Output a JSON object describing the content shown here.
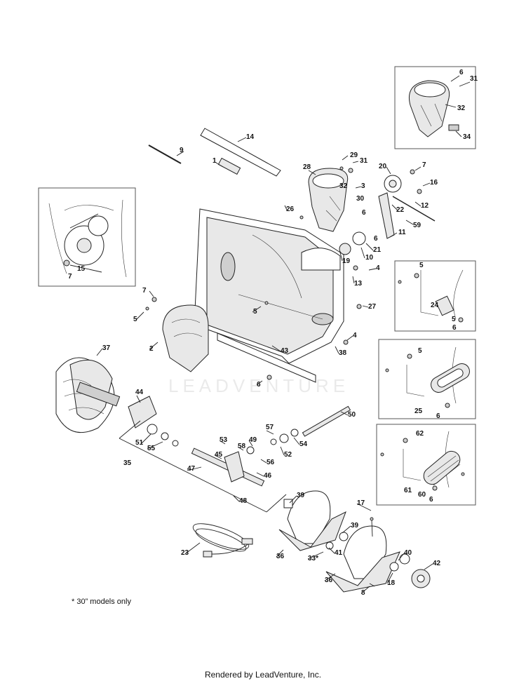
{
  "watermark": "LEADVENTURE",
  "footnote": "* 30” models only",
  "footer": "Rendered by LeadVenture, Inc.",
  "part_numbers": {
    "p1": "1",
    "p2": "2",
    "p3": "3",
    "p4a": "4",
    "p4b": "4",
    "p5a": "5",
    "p5b": "5",
    "p5c": "5",
    "p5d": "5",
    "p5e": "5",
    "p6a": "6",
    "p6b": "6",
    "p6c": "6",
    "p6d": "6",
    "p6e": "6",
    "p6f": "6",
    "p6g": "6",
    "p6h": "6",
    "p7a": "7",
    "p7b": "7",
    "p7c": "7",
    "p8": "8",
    "p9": "9",
    "p10": "10",
    "p11": "11",
    "p12": "12",
    "p13": "13",
    "p14": "14",
    "p15": "15",
    "p16": "16",
    "p17": "17",
    "p18": "18",
    "p19": "19",
    "p20": "20",
    "p21": "21",
    "p22": "22",
    "p23": "23",
    "p24": "24",
    "p25": "25",
    "p26": "26",
    "p27": "27",
    "p28": "28",
    "p29": "29",
    "p30": "30",
    "p31a": "31",
    "p31b": "31",
    "p32a": "32",
    "p32b": "32",
    "p33": "33*",
    "p34": "34",
    "p35": "35",
    "p36a": "36",
    "p36b": "36",
    "p37": "37",
    "p38": "38",
    "p39a": "39",
    "p39b": "39",
    "p40": "40",
    "p41": "41",
    "p42": "42",
    "p43": "43",
    "p44": "44",
    "p45": "45",
    "p46": "46",
    "p47": "47",
    "p48": "48",
    "p49": "49",
    "p50": "50",
    "p51": "51",
    "p52": "52",
    "p53": "53",
    "p54": "54",
    "p55": "55",
    "p56": "56",
    "p57": "57",
    "p58": "58",
    "p59": "59",
    "p60": "60",
    "p61": "61",
    "p62": "62"
  }
}
